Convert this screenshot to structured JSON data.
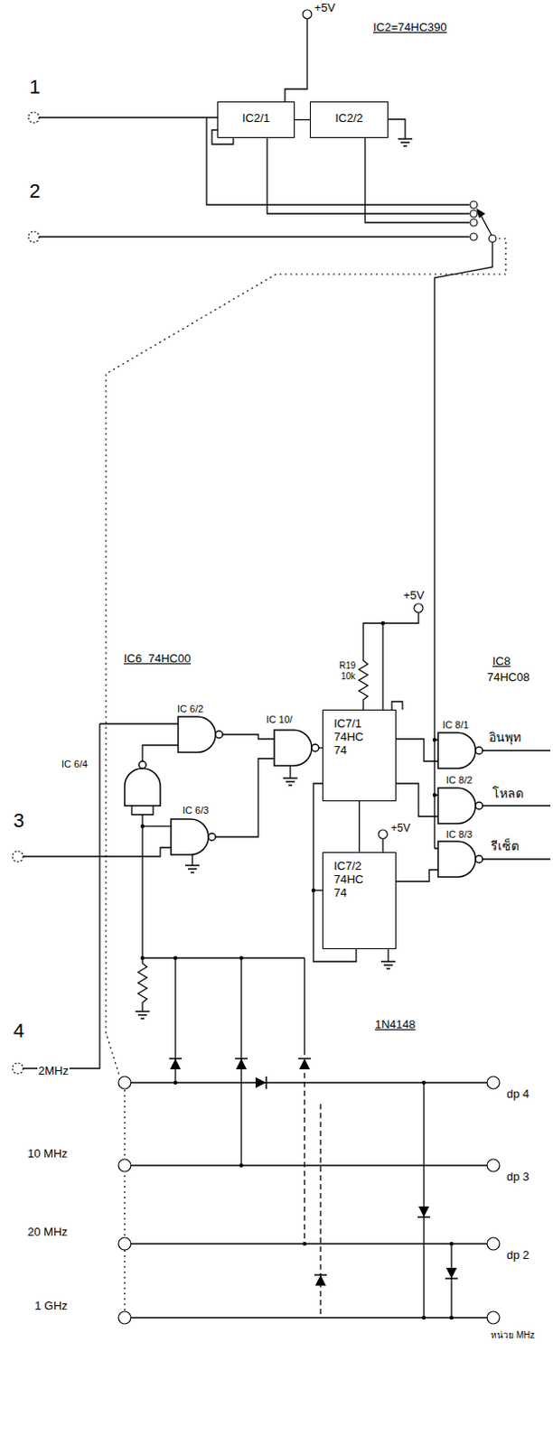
{
  "diagram": {
    "nodes": [
      {
        "text": [
          "IC2/1"
        ]
      },
      {
        "text": [
          "IC2/2"
        ]
      },
      {
        "text": [
          "IC7/1 74HC 74"
        ]
      },
      {
        "text": [
          "IC7/2 74HC 74"
        ]
      }
    ],
    "edges": [
      {
        "from": 0,
        "to": 1,
        "arrow": "none"
      },
      {
        "from": 2,
        "to": 3,
        "arrow": "none"
      }
    ],
    "labels": [
      "+5V",
      "IC2=74HC390",
      "1",
      "2",
      "+5V",
      "R19",
      "10k",
      "IC8",
      "74HC08",
      "IC6  74HC00",
      "IC 6/2",
      "IC 10/",
      "IC 8/1",
      "อินพุท",
      "IC 6/4",
      "IC 8/2",
      "โหลด",
      "3",
      "IC 6/3",
      "+5V",
      "IC 8/3",
      "รีเซ็ต",
      "4",
      "1N4148",
      "2MHz",
      "dp 4",
      "10 MHz",
      "dp 3",
      "20 MHz",
      "dp 2",
      "1 GHz",
      "หน่วย MHz"
    ]
  }
}
